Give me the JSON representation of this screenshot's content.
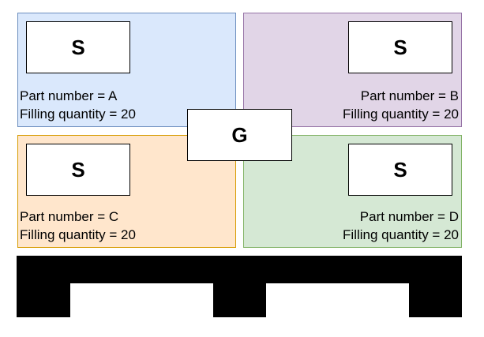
{
  "quadrants": [
    {
      "id": "a",
      "station": "S",
      "part_label": "Part number = A",
      "qty_label": "Filling quantity = 20",
      "fill": "#dae8fc",
      "stroke": "#6c8ebf"
    },
    {
      "id": "b",
      "station": "S",
      "part_label": "Part number = B",
      "qty_label": "Filling quantity = 20",
      "fill": "#e1d5e7",
      "stroke": "#9673a6"
    },
    {
      "id": "c",
      "station": "S",
      "part_label": "Part number = C",
      "qty_label": "Filling quantity = 20",
      "fill": "#ffe6cc",
      "stroke": "#d79b00"
    },
    {
      "id": "d",
      "station": "S",
      "part_label": "Part number = D",
      "qty_label": "Filling quantity = 20",
      "fill": "#d5e8d4",
      "stroke": "#82b366"
    }
  ],
  "center": {
    "label": "G"
  },
  "pallet": {
    "color": "#000000"
  }
}
